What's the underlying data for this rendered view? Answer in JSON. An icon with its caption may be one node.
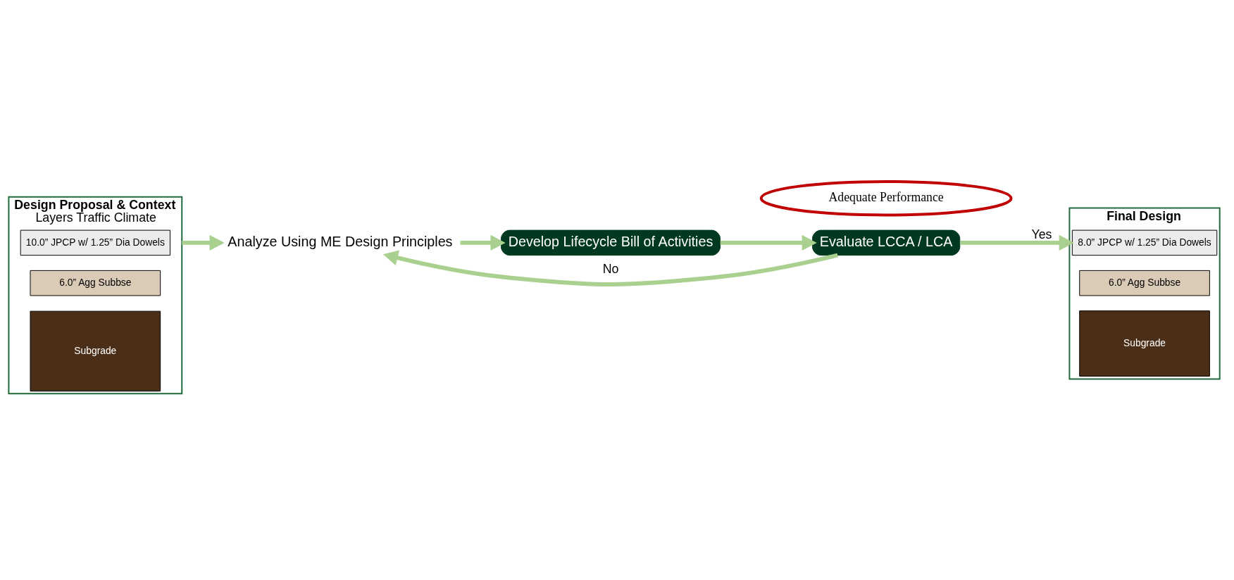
{
  "diagram": {
    "nodes": [
      {
        "text": [
          "Design Proposal & Context",
          "Layers Traffic Climate"
        ]
      },
      {
        "text": [
          "10.0” JPCP w/ 1.25” Dia Dowels"
        ],
        "in": 0
      },
      {
        "text": [
          "6.0” Agg Subbse"
        ],
        "in": 0
      },
      {
        "text": [
          "Subgrade"
        ],
        "in": 0
      },
      {
        "text": [
          "Analyze Using ME Design Principles"
        ]
      },
      {
        "text": [
          "Develop Lifecycle Bill of Activities"
        ]
      },
      {
        "text": [
          "Evaluate LCCA / LCA"
        ]
      },
      {
        "text": [
          "Adequate Performance"
        ]
      },
      {
        "text": [
          "Final Design"
        ]
      },
      {
        "text": [
          "8.0” JPCP w/ 1.25” Dia Dowels"
        ],
        "in": 8
      },
      {
        "text": [
          "6.0” Agg Subbse"
        ],
        "in": 8
      },
      {
        "text": [
          "Subgrade"
        ],
        "in": 8
      }
    ],
    "edges": [
      {
        "from": 0,
        "to": 4,
        "arrow": "to"
      },
      {
        "from": 4,
        "to": 5,
        "arrow": "to"
      },
      {
        "from": 5,
        "to": 6,
        "arrow": "to"
      },
      {
        "from": 6,
        "to": 4,
        "arrow": "to",
        "label": "No"
      },
      {
        "from": 6,
        "to": 8,
        "arrow": "to",
        "label": "Yes"
      }
    ]
  }
}
